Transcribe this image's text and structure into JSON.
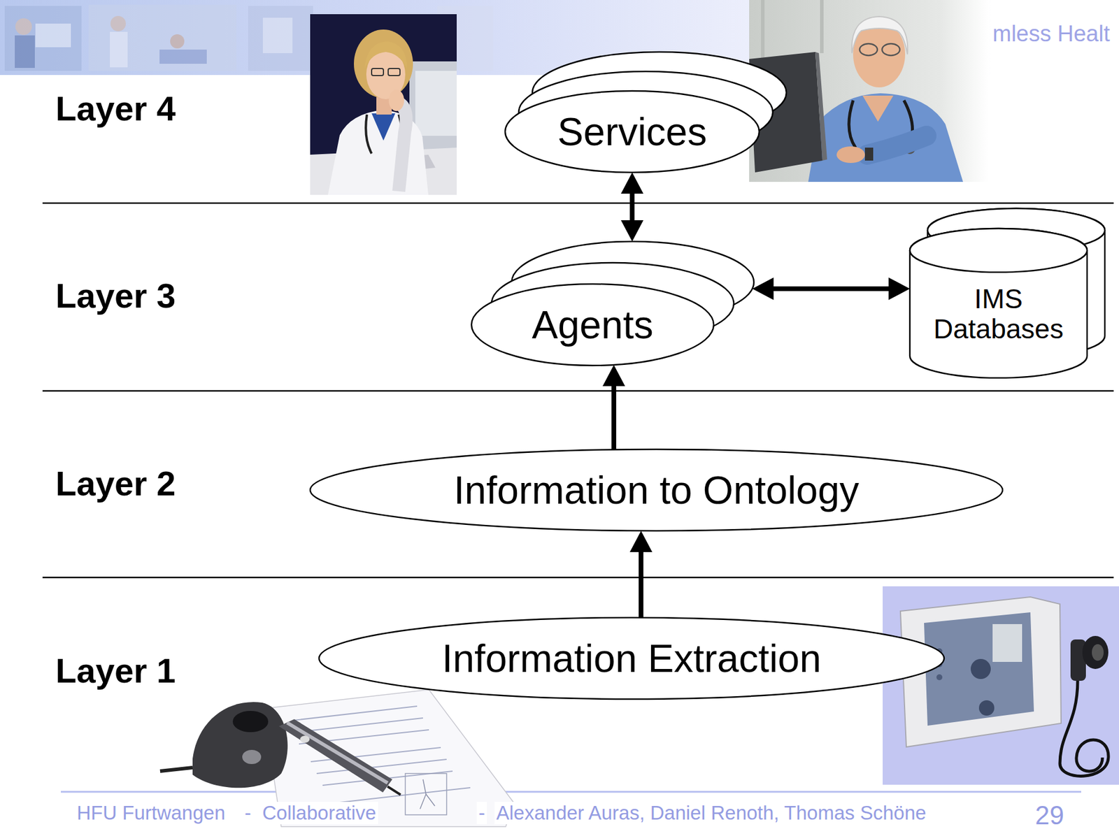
{
  "diagram": {
    "nodes": [
      {
        "text": [
          "Services"
        ]
      },
      {
        "text": [
          "Agents"
        ]
      },
      {
        "text": [
          "IMS Databases"
        ]
      },
      {
        "text": [
          "Information to Ontology"
        ]
      },
      {
        "text": [
          "Information Extraction"
        ]
      }
    ],
    "edges": [
      {
        "from": 0,
        "to": 1,
        "arrow": "both"
      },
      {
        "from": 1,
        "to": 2,
        "arrow": "both"
      },
      {
        "from": 3,
        "to": 1,
        "arrow": "to"
      },
      {
        "from": 4,
        "to": 3,
        "arrow": "to"
      }
    ],
    "labels": [
      "mless Healt",
      "Layer 4",
      "Layer 3",
      "Layer 2",
      "Layer 1",
      "HFU Furtwangen",
      "-",
      "Collaborative",
      "-",
      "Alexander Auras, Daniel Renoth, Thomas Schöne",
      "29"
    ]
  }
}
